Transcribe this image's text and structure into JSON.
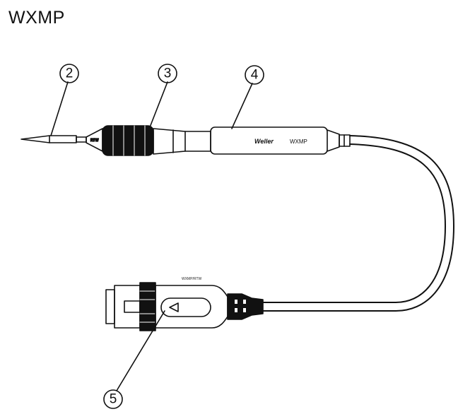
{
  "title": "WXMP",
  "callouts": [
    {
      "id": "2",
      "label": "2"
    },
    {
      "id": "3",
      "label": "3"
    },
    {
      "id": "4",
      "label": "4"
    },
    {
      "id": "5",
      "label": "5"
    }
  ],
  "handle": {
    "brand_text": "Weller",
    "model_text": "WXMP",
    "tip_marking": "RTW",
    "connector_marking": "WXMP/RTW"
  },
  "colors": {
    "line": "#111111",
    "grip": "#111111",
    "background": "#ffffff"
  }
}
